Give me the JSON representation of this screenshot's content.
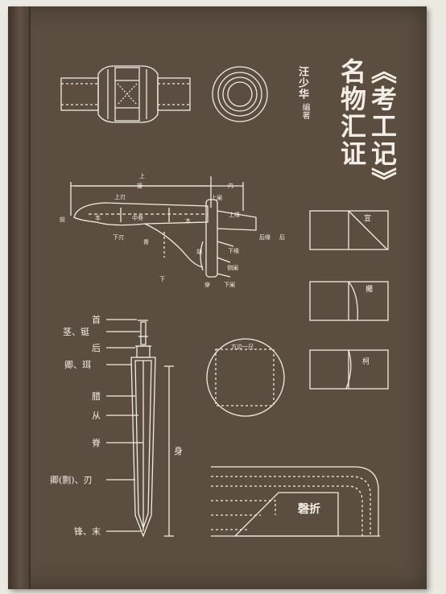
{
  "title_line1": "《考工记》",
  "title_line2": "名物汇证",
  "author": "汪少华",
  "role": "编著",
  "ge_labels": {
    "shang_top": "上",
    "yuan": "援",
    "nei": "内",
    "shang_ren": "上刃",
    "shang_lan": "上阑",
    "shang_yuan": "上缘",
    "qian": "前",
    "ben": "本",
    "zhong_ji": "中脊",
    "ben2": "本",
    "hou_yuan": "后缘",
    "hou": "后",
    "xia_ren": "下刃",
    "ji": "脊",
    "hu": "胡",
    "xia_yuan": "下缘",
    "ce_lan": "侧阑",
    "xia": "下",
    "chuan": "穿",
    "xia_lan": "下阑"
  },
  "sword_labels": [
    "首",
    "茎、铤",
    "后",
    "卿、珥",
    "腊",
    "从",
    "脊",
    "卿(剽)、刃",
    "锋、末"
  ],
  "sword_body": "身",
  "circle_label": "方边一尺",
  "angles": [
    "宣",
    "欘",
    "柯"
  ],
  "qing_label": "磬折"
}
